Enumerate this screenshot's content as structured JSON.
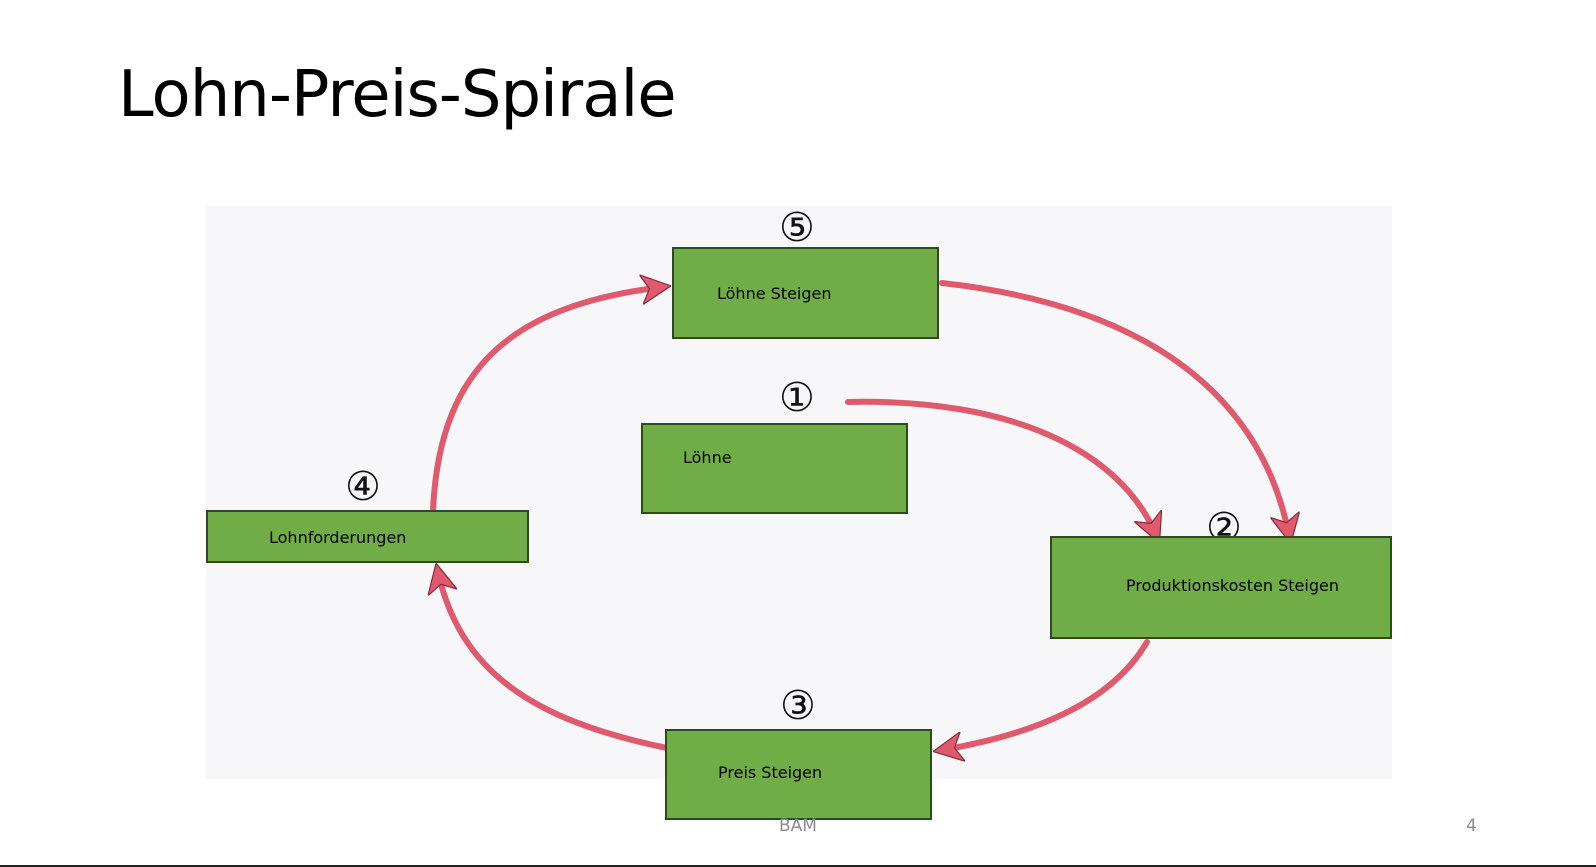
{
  "slide": {
    "title": "Lohn-Preis-Spirale",
    "footer_center": "BAM",
    "page_number": "4"
  },
  "diagram": {
    "boxes": {
      "loehne_steigen": "Löhne Steigen",
      "loehne": "Löhne",
      "lohnforderungen": "Lohnforderungen",
      "produktionskosten": "Produktionskosten Steigen",
      "preis_steigen": "Preis Steigen"
    },
    "steps": [
      "①",
      "②",
      "③",
      "④",
      "⑤"
    ],
    "colors": {
      "box_fill": "#70ad47",
      "box_border": "#2f4a1e",
      "arrow": "#e05a6d",
      "background": "#f7f7f9"
    }
  }
}
